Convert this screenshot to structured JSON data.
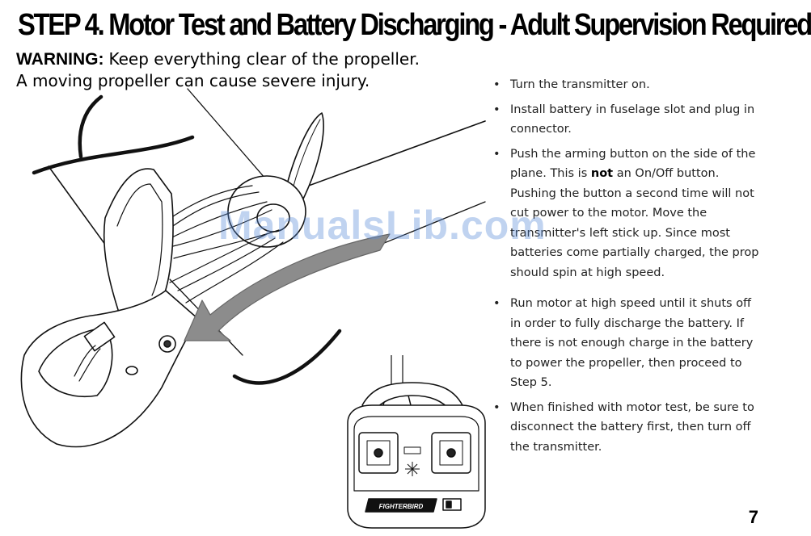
{
  "header": {
    "title": "STEP 4. Motor Test and Battery Discharging - Adult Supervision Required"
  },
  "warning": {
    "label": "WARNING:",
    "line1": "Keep everything clear of the propeller.",
    "line2": "A moving propeller can cause severe injury."
  },
  "steps": [
    {
      "text": "Turn the transmitter on."
    },
    {
      "text": "Install battery in fuselage slot and plug in connector."
    },
    {
      "before": "Push the arming button on the side of the plane. This is ",
      "bold": "not",
      "after": " an On/Off button. Pushing the button a second time will not cut power to the motor. Move the transmitter's left stick up. Since most batteries come partially charged, the prop should spin at high speed."
    },
    {
      "text": "Run motor at high speed until it shuts off in order to fully discharge the battery. If there is not enough charge in the battery to power the propeller, then proceed to Step 5."
    },
    {
      "text": "When finished with motor test, be sure to disconnect the battery first, then turn off the transmitter."
    }
  ],
  "bullet": "•",
  "transmitter": {
    "brand": "FIGHTERBIRD"
  },
  "watermark": "ManualsLib.com",
  "page_number": "7"
}
